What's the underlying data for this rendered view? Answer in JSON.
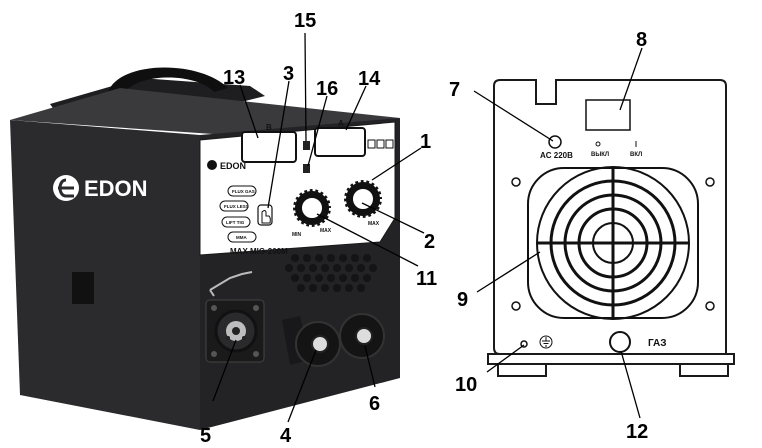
{
  "front_panel": {
    "brand": "EDON",
    "display_a_label": "A",
    "display_b_label": "B",
    "model": "MAX MIG-200M",
    "modes": [
      "FLUX GAS",
      "FLUX LESS",
      "LIFT TIG",
      "MMA"
    ],
    "knob_labels": {
      "min": "MIN",
      "max": "MAX"
    }
  },
  "rear_panel": {
    "power_label": "AC 220В",
    "off_label": "ВЫКЛ",
    "on_label": "ВКЛ",
    "gas_label": "ГАЗ"
  },
  "callouts": {
    "c1": "1",
    "c2": "2",
    "c3": "3",
    "c4": "4",
    "c5": "5",
    "c6": "6",
    "c7": "7",
    "c8": "8",
    "c9": "9",
    "c10": "10",
    "c11": "11",
    "c12": "12",
    "c13": "13",
    "c14": "14",
    "c15": "15",
    "c16": "16"
  },
  "colors": {
    "body": "#2b2b2d",
    "panel": "#ffffff",
    "outline": "#1a1a1a"
  }
}
